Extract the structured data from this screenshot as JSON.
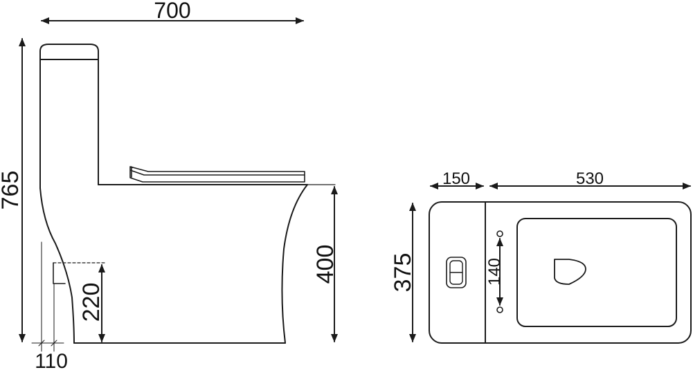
{
  "diagram": {
    "side_view": {
      "overall_width": "700",
      "overall_height": "765",
      "seat_height": "400",
      "outlet_height": "220",
      "rough_in": "110"
    },
    "top_view": {
      "tank_depth": "150",
      "bowl_length": "530",
      "overall_width": "375",
      "mounting_hole_spacing": "140"
    },
    "colors": {
      "line": "#1a1a1a",
      "background": "#ffffff"
    }
  }
}
